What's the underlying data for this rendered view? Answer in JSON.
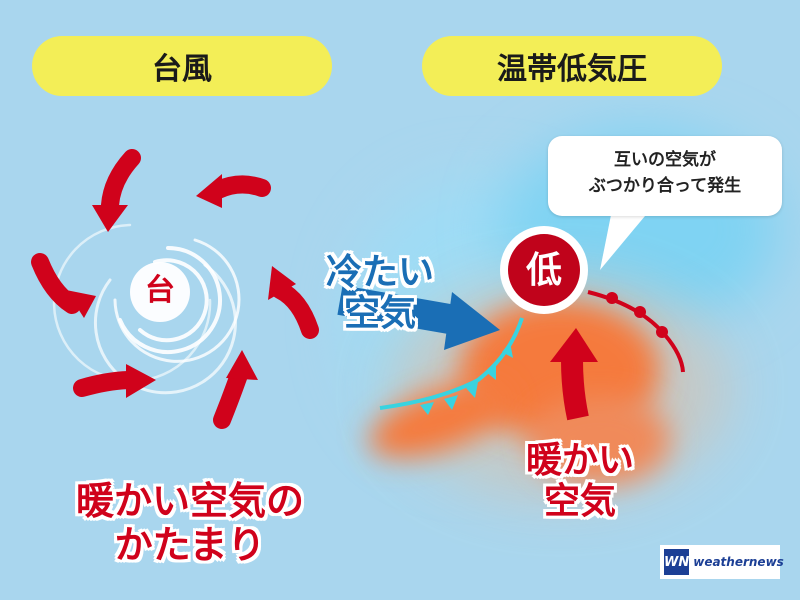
{
  "headings": {
    "typhoon": "台風",
    "extratropical": "温帯低気圧"
  },
  "typhoon_center": "台",
  "typhoon_caption": [
    "暖かい空気の",
    "かたまり"
  ],
  "low_mark": "低",
  "cold_air": [
    "冷たい",
    "空気"
  ],
  "warm_air": [
    "暖かい",
    "空気"
  ],
  "bubble": [
    "互いの空気が",
    "ぶつかり合って発生"
  ],
  "logo": {
    "mark": "WN",
    "text": "weathernews"
  },
  "colors": {
    "red": "#d0021b",
    "yellow": "#f3ee57",
    "blue": "#1a6eb5",
    "background": "#a9d6ee"
  }
}
